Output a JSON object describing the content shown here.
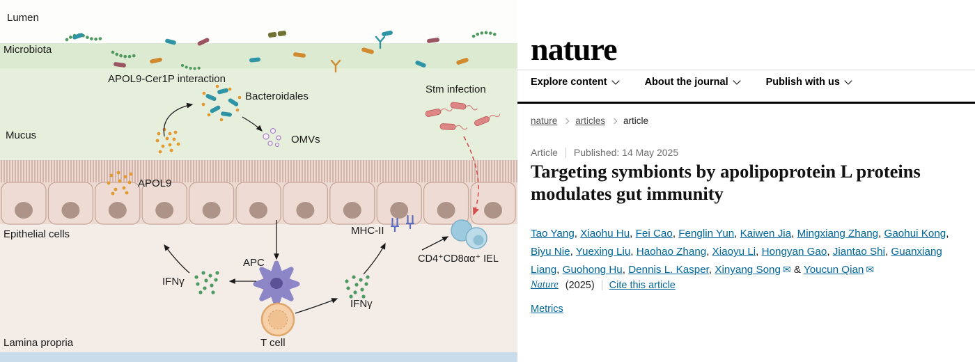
{
  "figure": {
    "labels": {
      "lumen": "Lumen",
      "microbiota": "Microbiota",
      "apol9_cer1p": "APOL9-Cer1P interaction",
      "bacteroidales": "Bacteroidales",
      "stm_infection": "Stm infection",
      "mucus": "Mucus",
      "omvs": "OMVs",
      "apol9": "APOL9",
      "epithelial_cells": "Epithelial cells",
      "mhc2": "MHC-II",
      "iel": "CD4⁺CD8αα⁺ IEL",
      "ifng_left": "IFNγ",
      "apc": "APC",
      "ifng_right": "IFNγ",
      "t_cell": "T cell",
      "lamina_propria": "Lamina propria"
    },
    "colors": {
      "mucus_green": "#e6efdc",
      "epithelium_pink": "#ecdbd3",
      "stm_red": "#dd8686",
      "apc_purple": "#8d86c6",
      "tcell_orange": "#f6d0a8",
      "iel_blue": "#9dcade",
      "apol9_orange": "#e2992f",
      "ifng_green": "#4f9a63"
    }
  },
  "site": {
    "logo": "nature",
    "nav": [
      {
        "label": "Explore content"
      },
      {
        "label": "About the journal"
      },
      {
        "label": "Publish with us"
      }
    ],
    "breadcrumb": {
      "items": [
        {
          "label": "nature"
        },
        {
          "label": "articles"
        },
        {
          "label": "article"
        }
      ]
    },
    "meta": {
      "type": "Article",
      "published": "Published: 14 May 2025"
    },
    "title": "Targeting symbionts by apolipoprotein L proteins modulates gut immunity",
    "authors": [
      {
        "name": "Tao Yang"
      },
      {
        "name": "Xiaohu Hu"
      },
      {
        "name": "Fei Cao"
      },
      {
        "name": "Fenglin Yun"
      },
      {
        "name": "Kaiwen Jia"
      },
      {
        "name": "Mingxiang Zhang"
      },
      {
        "name": "Gaohui Kong"
      },
      {
        "name": "Biyu Nie"
      },
      {
        "name": "Yuexing Liu"
      },
      {
        "name": "Haohao Zhang"
      },
      {
        "name": "Xiaoyu Li"
      },
      {
        "name": "Hongyan Gao"
      },
      {
        "name": "Jiantao Shi"
      },
      {
        "name": "Guanxiang Liang"
      },
      {
        "name": "Guohong Hu"
      },
      {
        "name": "Dennis L. Kasper"
      },
      {
        "name": "Xinyang Song",
        "envelope": true
      },
      {
        "name": "Youcun Qian",
        "envelope": true
      }
    ],
    "journal": {
      "name": "Nature",
      "year": "(2025)",
      "cite": "Cite this article"
    },
    "metrics": "Metrics"
  },
  "icons": {
    "envelope": "✉",
    "chevron_down": "chevron-down",
    "breadcrumb_separator": "chevron-right"
  }
}
